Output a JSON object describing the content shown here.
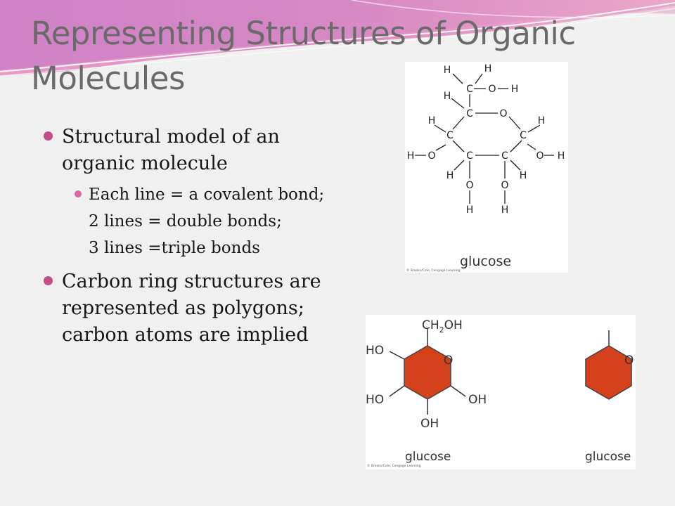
{
  "slide": {
    "title": "Representing Structures of Organic Molecules",
    "accent_color": "#c54e8a",
    "bullets": [
      {
        "text_lines": [
          "Structural model of an",
          "organic molecule"
        ],
        "sub": {
          "text_lines": [
            "Each line = a covalent bond;",
            "2 lines = double bonds;",
            "3 lines =triple bonds"
          ]
        }
      },
      {
        "text_lines": [
          "Carbon ring structures are",
          "represented as polygons;",
          "carbon atoms are implied"
        ]
      }
    ]
  },
  "figures": {
    "structural": {
      "caption": "glucose",
      "credit": "© Brooks/Cole, Cengage Learning",
      "atoms": {
        "carbon": "C",
        "oxygen": "O",
        "hydrogen": "H"
      }
    },
    "ring": {
      "ring_color": "#d5411a",
      "ring_label": "O",
      "substituents": {
        "ch2oh_main": "CH",
        "ch2oh_sub": "2",
        "ch2oh_end": "OH",
        "ho_left_top": "HO",
        "ho_left_bottom": "HO",
        "oh_right": "OH",
        "oh_bottom": "OH"
      },
      "caption_left": "glucose",
      "caption_right": "glucose",
      "credit": "© Brooks/Cole, Cengage Learning"
    }
  }
}
